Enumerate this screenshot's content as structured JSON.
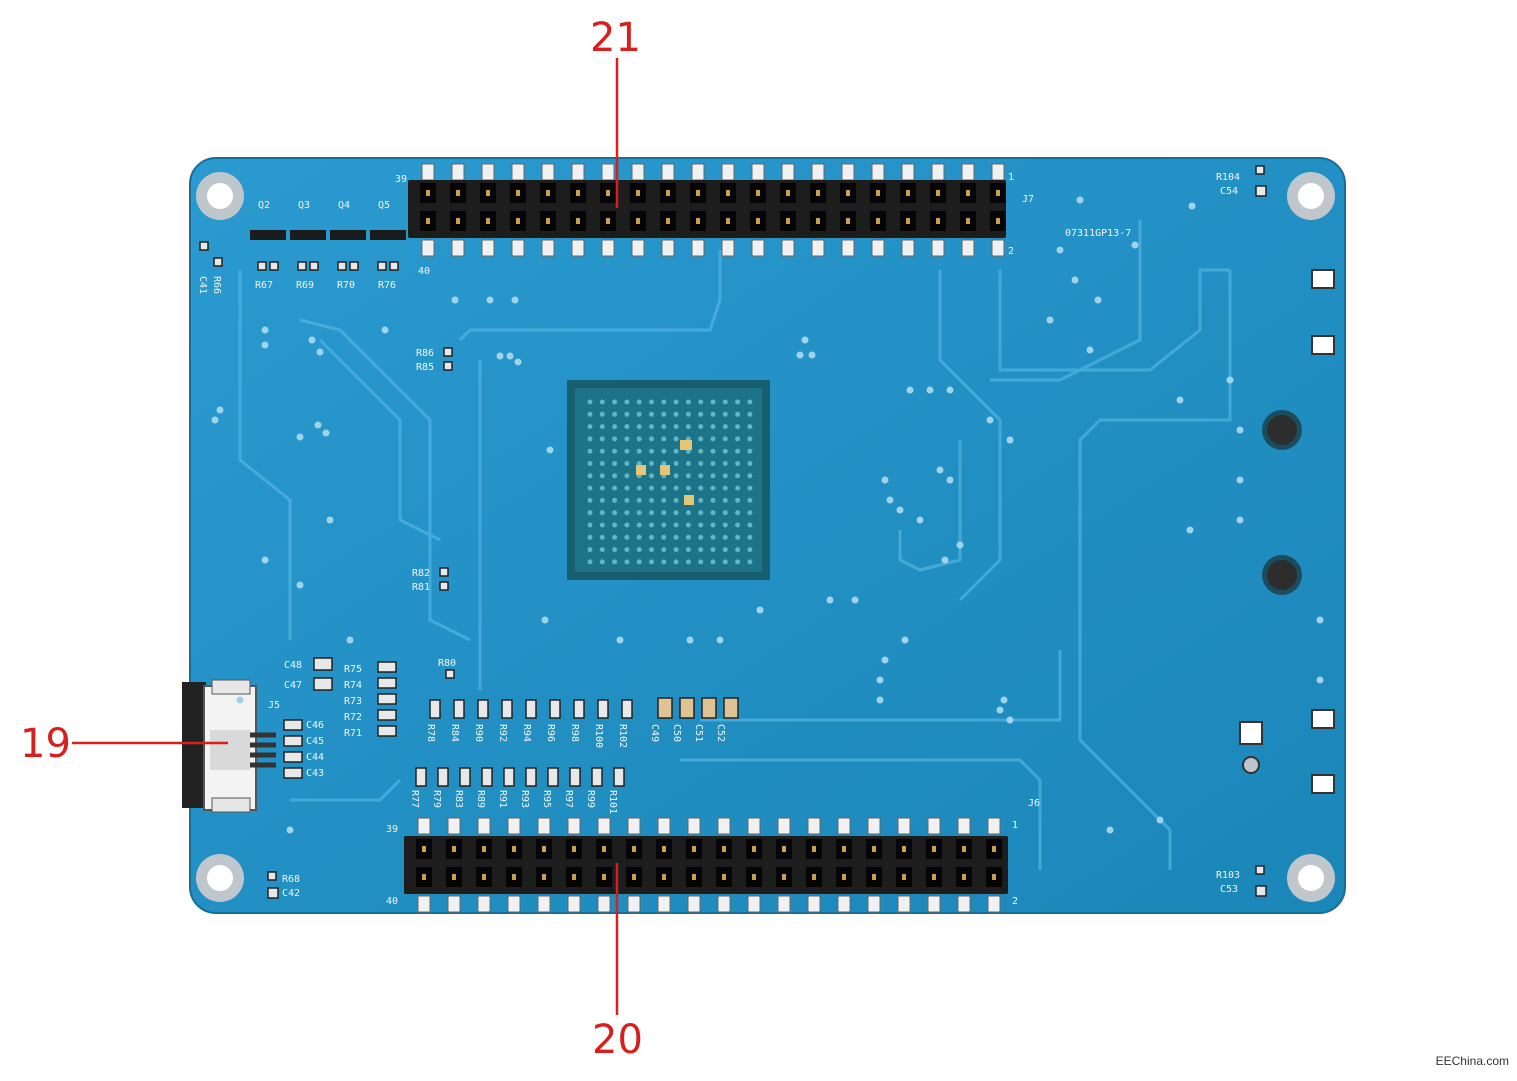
{
  "callouts": {
    "top": "21",
    "left": "19",
    "bottom": "20"
  },
  "watermark": "EEChina.com",
  "board": {
    "pcb_color": "#1f8fc2",
    "header_top": {
      "ref": "J7",
      "pin_first": "1",
      "pin_second": "2",
      "pin_last_top": "39",
      "pin_last_bottom": "40",
      "part_marking": "07311GP13-7"
    },
    "header_bottom": {
      "ref": "J6",
      "pin_first": "1",
      "pin_second": "2",
      "pin_last_top": "39",
      "pin_last_bottom": "40"
    },
    "connector": {
      "ref": "J5"
    },
    "transistors": [
      "Q2",
      "Q3",
      "Q4",
      "Q5"
    ],
    "top_left_resistors": [
      "R67",
      "R69",
      "R70",
      "R76"
    ],
    "left_side_parts": [
      "C41",
      "R66"
    ],
    "mid_resistors_upper": [
      "R86",
      "R85"
    ],
    "mid_resistors_lower": [
      "R82",
      "R81"
    ],
    "r80": "R80",
    "cap_pair_left": [
      "C48",
      "C47"
    ],
    "resistor_stack": [
      "R75",
      "R74",
      "R73",
      "R72",
      "R71"
    ],
    "j5_caps": [
      "C46",
      "C45",
      "C44",
      "C43"
    ],
    "row_upper_labels": [
      "R78",
      "R84",
      "R90",
      "R92",
      "R94",
      "R96",
      "R98",
      "R100",
      "R102",
      "C49",
      "C50",
      "C51",
      "C52"
    ],
    "row_lower_labels": [
      "R77",
      "R79",
      "R83",
      "R89",
      "R91",
      "R93",
      "R95",
      "R97",
      "R99",
      "R101"
    ],
    "corner_top_right": [
      "R104",
      "C54"
    ],
    "corner_bottom_right": [
      "R103",
      "C53"
    ],
    "corner_bottom_left": [
      "R68",
      "C42"
    ]
  }
}
